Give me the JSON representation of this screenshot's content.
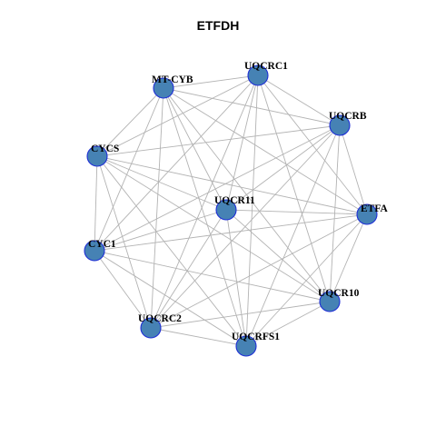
{
  "title": "ETFDH",
  "graph": {
    "nodes": [
      {
        "id": "MT-CYB",
        "label": "MT-CYB"
      },
      {
        "id": "UQCRC1",
        "label": "UQCRC1"
      },
      {
        "id": "UQCRB",
        "label": "UQCRB"
      },
      {
        "id": "CYCS",
        "label": "CYCS"
      },
      {
        "id": "UQCR11",
        "label": "UQCR11"
      },
      {
        "id": "ETFA",
        "label": "ETFA"
      },
      {
        "id": "CYC1",
        "label": "CYC1"
      },
      {
        "id": "UQCR10",
        "label": "UQCR10"
      },
      {
        "id": "UQCRC2",
        "label": "UQCRC2"
      },
      {
        "id": "UQCRFS1",
        "label": "UQCRFS1"
      }
    ],
    "edges": [
      [
        "MT-CYB",
        "UQCRC1"
      ],
      [
        "MT-CYB",
        "UQCRB"
      ],
      [
        "MT-CYB",
        "CYCS"
      ],
      [
        "MT-CYB",
        "UQCR11"
      ],
      [
        "MT-CYB",
        "ETFA"
      ],
      [
        "MT-CYB",
        "CYC1"
      ],
      [
        "MT-CYB",
        "UQCR10"
      ],
      [
        "MT-CYB",
        "UQCRC2"
      ],
      [
        "MT-CYB",
        "UQCRFS1"
      ],
      [
        "UQCRC1",
        "UQCRB"
      ],
      [
        "UQCRC1",
        "CYCS"
      ],
      [
        "UQCRC1",
        "UQCR11"
      ],
      [
        "UQCRC1",
        "ETFA"
      ],
      [
        "UQCRC1",
        "CYC1"
      ],
      [
        "UQCRC1",
        "UQCR10"
      ],
      [
        "UQCRC1",
        "UQCRC2"
      ],
      [
        "UQCRC1",
        "UQCRFS1"
      ],
      [
        "UQCRB",
        "CYCS"
      ],
      [
        "UQCRB",
        "UQCR11"
      ],
      [
        "UQCRB",
        "ETFA"
      ],
      [
        "UQCRB",
        "CYC1"
      ],
      [
        "UQCRB",
        "UQCR10"
      ],
      [
        "UQCRB",
        "UQCRC2"
      ],
      [
        "UQCRB",
        "UQCRFS1"
      ],
      [
        "CYCS",
        "UQCR11"
      ],
      [
        "CYCS",
        "ETFA"
      ],
      [
        "CYCS",
        "CYC1"
      ],
      [
        "CYCS",
        "UQCR10"
      ],
      [
        "CYCS",
        "UQCRC2"
      ],
      [
        "CYCS",
        "UQCRFS1"
      ],
      [
        "UQCR11",
        "ETFA"
      ],
      [
        "UQCR11",
        "CYC1"
      ],
      [
        "UQCR11",
        "UQCR10"
      ],
      [
        "UQCR11",
        "UQCRC2"
      ],
      [
        "UQCR11",
        "UQCRFS1"
      ],
      [
        "ETFA",
        "CYC1"
      ],
      [
        "ETFA",
        "UQCR10"
      ],
      [
        "ETFA",
        "UQCRC2"
      ],
      [
        "ETFA",
        "UQCRFS1"
      ],
      [
        "CYC1",
        "UQCR10"
      ],
      [
        "CYC1",
        "UQCRC2"
      ],
      [
        "CYC1",
        "UQCRFS1"
      ],
      [
        "UQCR10",
        "UQCRC2"
      ],
      [
        "UQCR10",
        "UQCRFS1"
      ],
      [
        "UQCRC2",
        "UQCRFS1"
      ]
    ]
  },
  "colors": {
    "node_fill": "#4682b4",
    "node_border": "#1f2fd6",
    "edge": "#b3b3b3",
    "label": "#000000"
  }
}
